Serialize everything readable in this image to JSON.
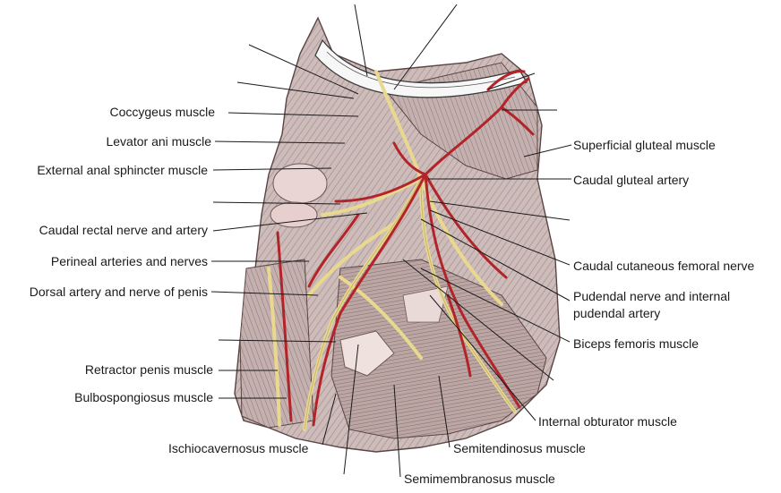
{
  "labels": {
    "coccygeus": "Coccygeus muscle",
    "levator_ani": "Levator ani muscle",
    "external_anal_sphincter": "External anal sphincter muscle",
    "caudal_rectal": "Caudal rectal nerve and artery",
    "perineal": "Perineal arteries and nerves",
    "dorsal_artery_penis": "Dorsal artery and nerve of penis",
    "retractor_penis": "Retractor penis muscle",
    "bulbospongiosus": "Bulbospongiosus muscle",
    "ischiocavernosus": "Ischiocavernosus muscle",
    "semimembranosus": "Semimembranosus muscle",
    "semitendinosus": "Semitendinosus muscle",
    "internal_obturator": "Internal obturator muscle",
    "biceps_femoris": "Biceps femoris muscle",
    "pudendal_line1": "Pudendal nerve and internal",
    "pudendal_line2": "pudendal artery",
    "caudal_cutaneous_femoral": "Caudal cutaneous femoral nerve",
    "caudal_gluteal_artery": "Caudal gluteal artery",
    "superficial_gluteal": "Superficial gluteal muscle"
  },
  "colors": {
    "muscle": "#c9b6b4",
    "muscle_dark": "#8f7b7a",
    "artery": "#b3242a",
    "nerve": "#f2e6a6",
    "line": "#222222"
  }
}
